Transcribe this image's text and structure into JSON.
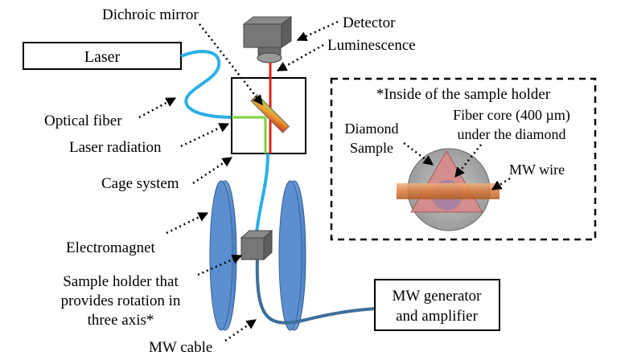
{
  "labels": {
    "dichroic_mirror": "Dichroic mirror",
    "detector": "Detector",
    "luminescence": "Luminescence",
    "laser": "Laser",
    "optical_fiber": "Optical fiber",
    "laser_radiation": "Laser radiation",
    "cage_system": "Cage system",
    "electromagnet": "Electromagnet",
    "sample_holder": [
      "Sample holder that",
      "provides rotation in",
      "three axis*"
    ],
    "mw_cable": "MW cable",
    "mw_generator": [
      "MW generator",
      "and amplifier"
    ]
  },
  "inset": {
    "title": "*Inside of the sample holder",
    "fiber_core": [
      "Fiber core (400 µm)",
      "under the diamond"
    ],
    "diamond_sample": [
      "Diamond",
      "Sample"
    ],
    "mw_wire": "MW wire"
  },
  "colors": {
    "fiber": "#2ab0e8",
    "mw_cable": "#3d6f9a",
    "electromagnet": "#5b8fd0",
    "luminescence": "#e0201a",
    "laser_radiation": "#7cd23a",
    "mw_wire": "#d9804a",
    "diamond": "#d98a8a",
    "holder_gray": "#9a9a9a"
  }
}
